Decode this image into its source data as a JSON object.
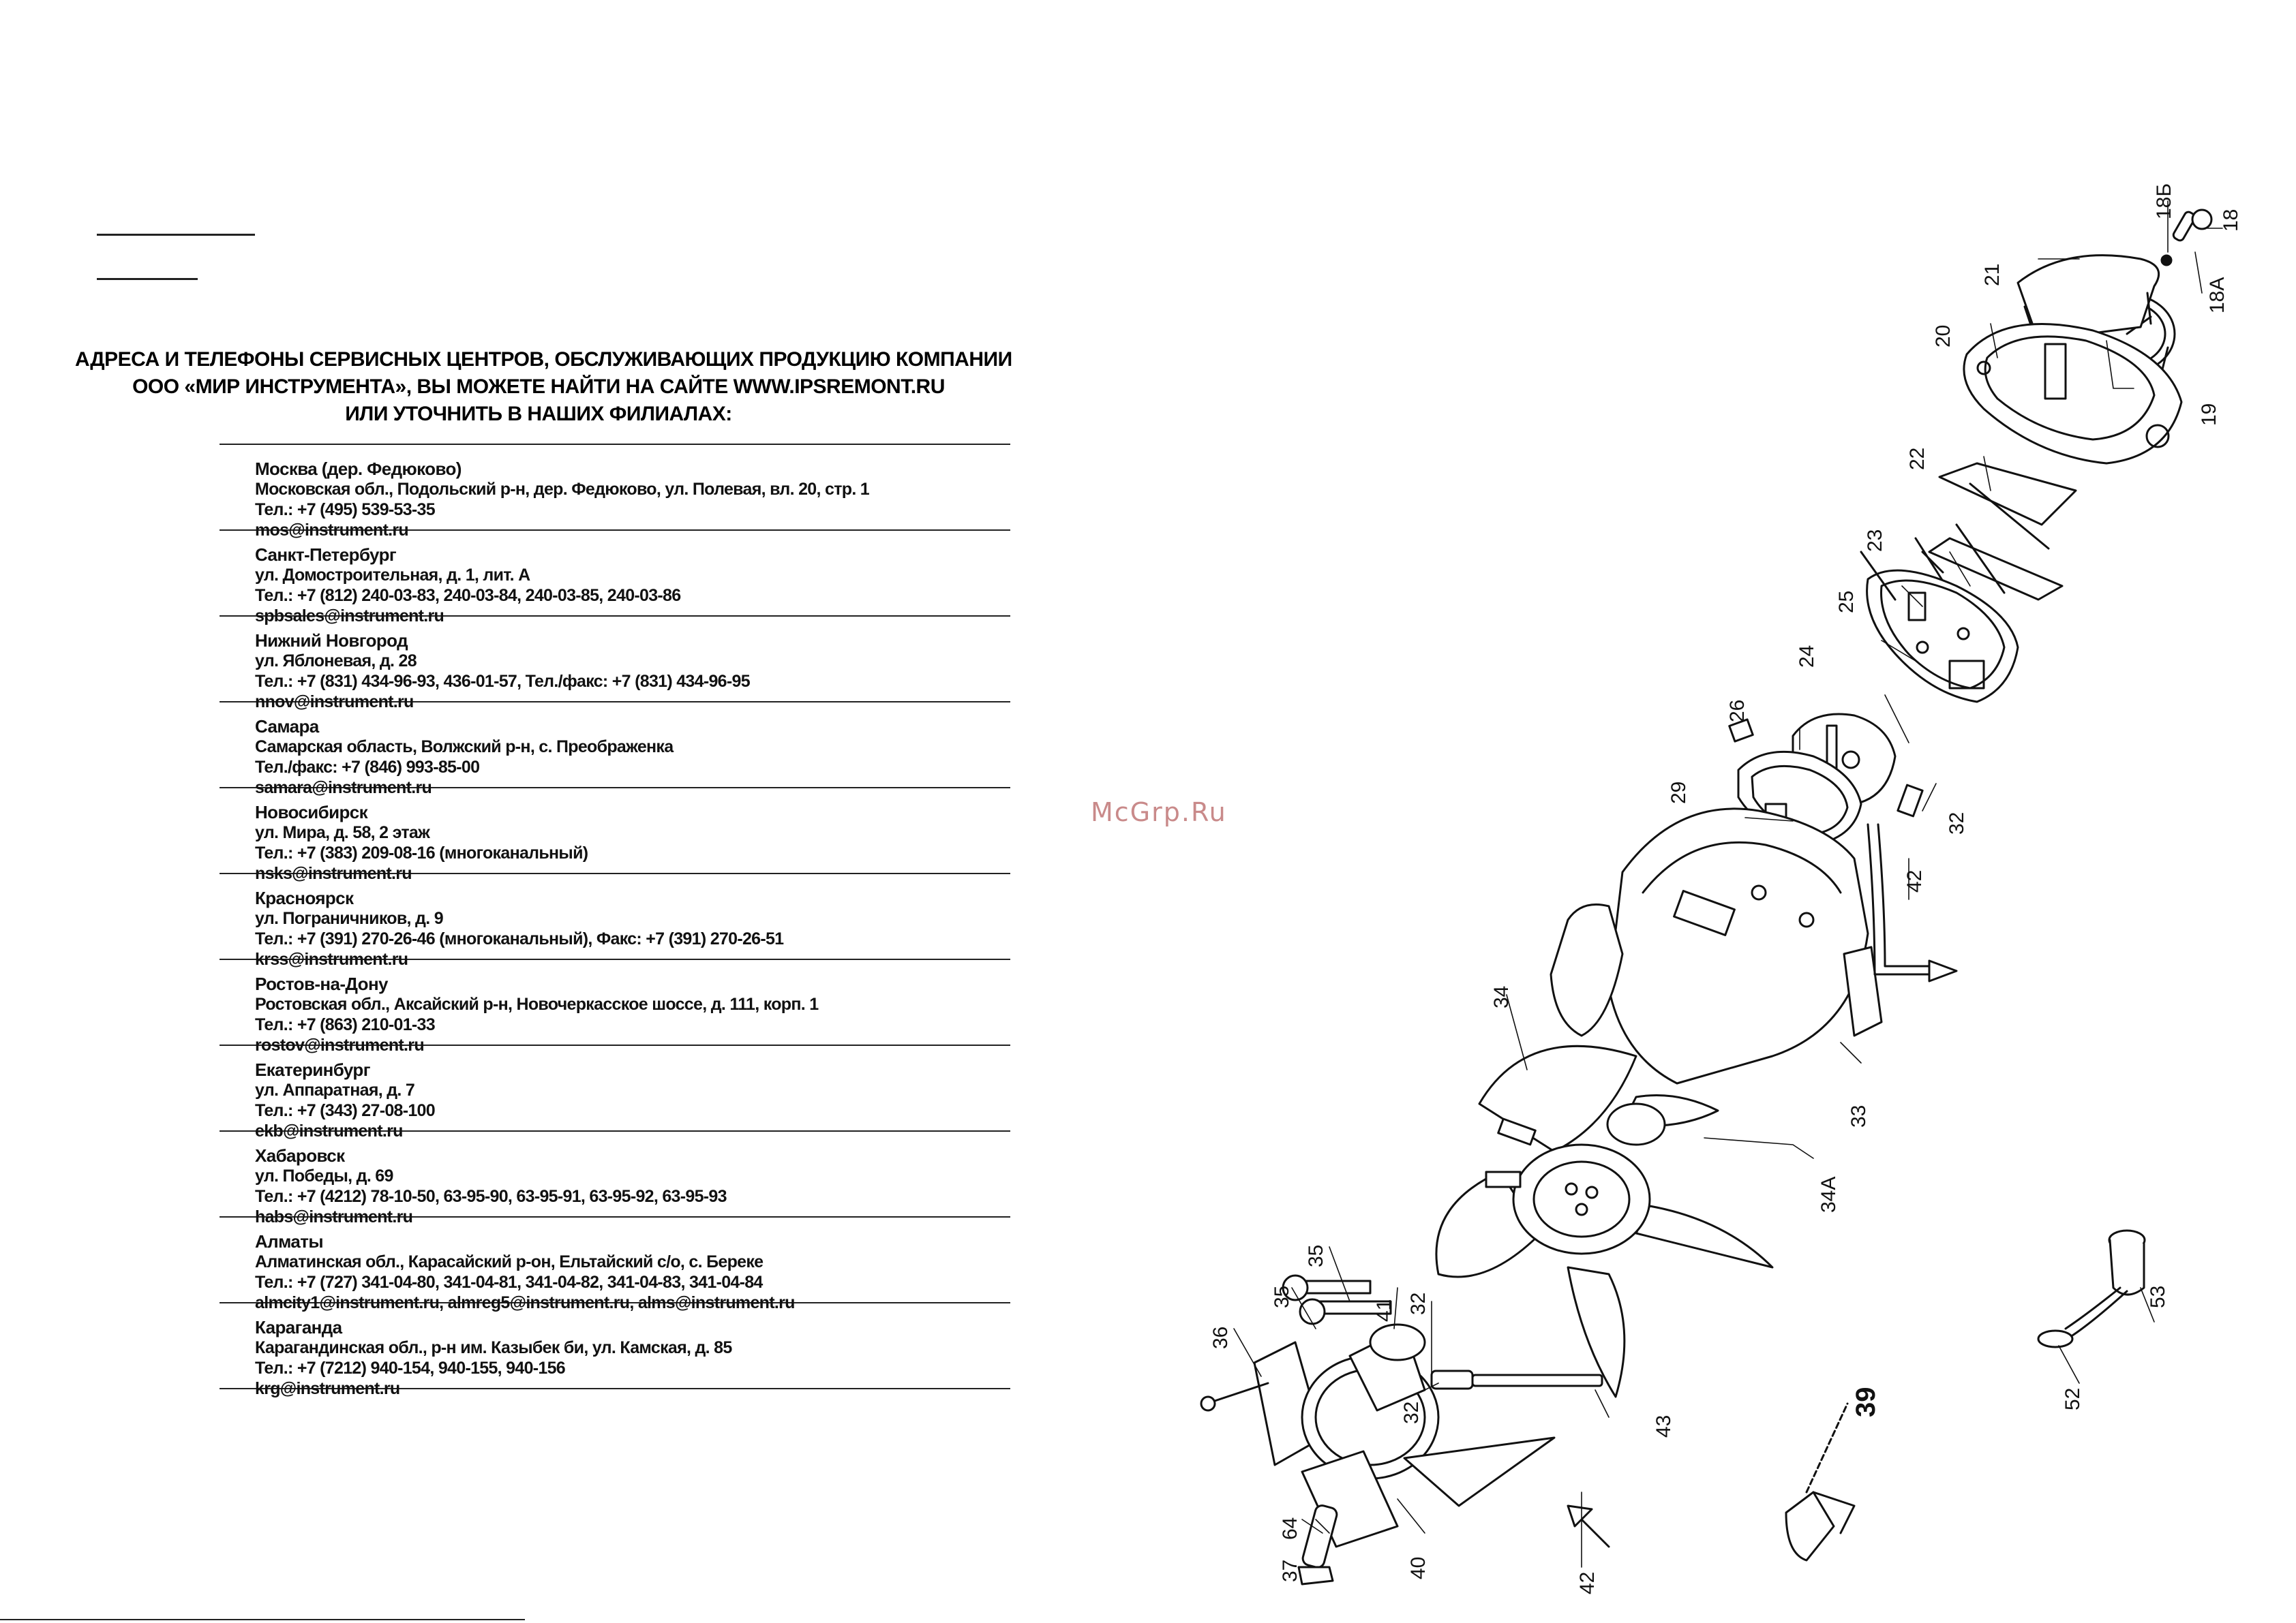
{
  "heading": {
    "line1": "АДРЕСА И ТЕЛЕФОНЫ СЕРВИСНЫХ ЦЕНТРОВ, ОБСЛУЖИВАЮЩИХ ПРОДУКЦИЮ КОМПАНИИ",
    "line2": "ООО «МИР ИНСТРУМЕНТА», ВЫ МОЖЕТЕ НАЙТИ НА САЙТЕ WWW.IPSREMONT.RU",
    "line3": "ИЛИ УТОЧНИТЬ В НАШИХ ФИЛИАЛАХ:"
  },
  "offices": [
    {
      "city": "Москва (дер. Федюково)",
      "address": "Московская обл., Подольский р-н, дер. Федюково, ул. Полевая, вл. 20, стр. 1",
      "phone": "Тел.: +7 (495) 539-53-35",
      "email": "mos@instrument.ru"
    },
    {
      "city": "Санкт-Петербург",
      "address": "ул. Домостроительная, д. 1, лит. А",
      "phone": "Тел.: +7 (812) 240-03-83, 240-03-84, 240-03-85, 240-03-86",
      "email": "spbsales@instrument.ru"
    },
    {
      "city": "Нижний Новгород",
      "address": "ул. Яблоневая, д. 28",
      "phone": "Тел.: +7 (831) 434-96-93, 436-01-57, Тел./факс: +7 (831) 434-96-95",
      "email": "nnov@instrument.ru"
    },
    {
      "city": "Самара",
      "address": "Самарская область, Волжский р-н, с. Преображенка",
      "phone": "Тел./факс: +7 (846) 993-85-00",
      "email": "samara@instrument.ru"
    },
    {
      "city": "Новосибирск",
      "address": "ул. Мира, д. 58, 2 этаж",
      "phone": "Тел.: +7 (383) 209-08-16 (многоканальный)",
      "email": "nsks@instrument.ru"
    },
    {
      "city": "Красноярск",
      "address": "ул. Пограничников, д. 9",
      "phone": "Тел.: +7 (391) 270-26-46 (многоканальный), Факс: +7 (391) 270-26-51",
      "email": "krss@instrument.ru"
    },
    {
      "city": "Ростов-на-Дону",
      "address": "Ростовская обл., Аксайский р-н, Новочеркасское шоссе, д. 111, корп. 1",
      "phone": "Тел.: +7 (863) 210-01-33",
      "email": "rostov@instrument.ru"
    },
    {
      "city": "Екатеринбург",
      "address": "ул. Аппаратная, д. 7",
      "phone": "Тел.: +7 (343) 27-08-100",
      "email": "ekb@instrument.ru"
    },
    {
      "city": "Хабаровск",
      "address": "ул. Победы, д. 69",
      "phone": "Тел.: +7 (4212) 78-10-50, 63-95-90, 63-95-91, 63-95-92, 63-95-93",
      "email": "habs@instrument.ru"
    },
    {
      "city": "Алматы",
      "address": "Алматинская обл., Карасайский р-он, Ельтайский с/о, с. Береке",
      "phone": "Тел.: +7 (727) 341-04-80, 341-04-81, 341-04-82, 341-04-83, 341-04-84",
      "email": "almcity1@instrument.ru, almreg5@instrument.ru, alms@instrument.ru"
    },
    {
      "city": "Караганда",
      "address": "Карагандинская обл., р-н им. Казыбек би, ул. Камская, д. 85",
      "phone": "Тел.: +7 (7212) 940-154, 940-155, 940-156",
      "email": "krg@instrument.ru"
    }
  ],
  "watermark": "McGrp.Ru",
  "diagram": {
    "labels": {
      "p18B": "18Б",
      "p18": "18",
      "p18A": "18А",
      "p19": "19",
      "p20": "20",
      "p21": "21",
      "p22": "22",
      "p23": "23",
      "p24": "24",
      "p25": "25",
      "p26": "26",
      "p29": "29",
      "p32a": "32",
      "p42a": "42",
      "p33": "33",
      "p34": "34",
      "p34A": "34А",
      "p35a": "35",
      "p35b": "35",
      "p36": "36",
      "p41": "41",
      "p32b": "32",
      "p32c": "32",
      "p43": "43",
      "p39": "39",
      "p52": "52",
      "p53": "53",
      "p37": "37",
      "p64": "64",
      "p40": "40",
      "p42b": "42"
    }
  }
}
